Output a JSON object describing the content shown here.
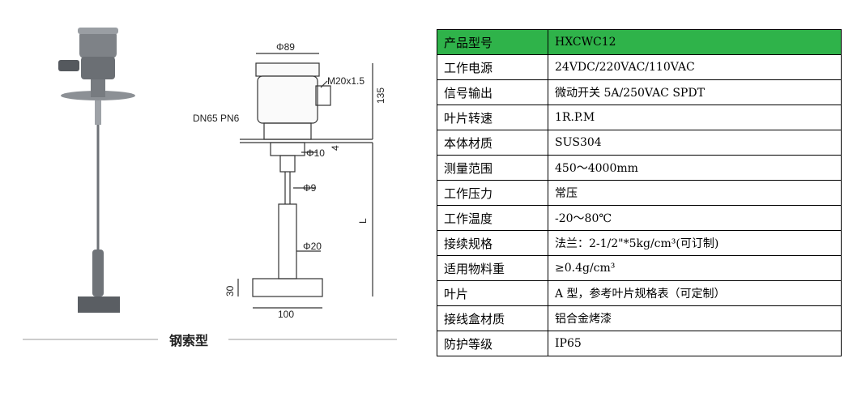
{
  "figure": {
    "caption": "钢索型",
    "labels": {
      "diameter_top": "Φ89",
      "thread": "M20x1.5",
      "height": "135",
      "flange": "DN65 PN6",
      "diameter_shaft": "Φ10",
      "diameter_rod": "Φ9",
      "length": "L",
      "diameter_weight": "Φ20",
      "blade_height": "30",
      "blade_width": "100",
      "dim_4": "4"
    }
  },
  "specs": [
    {
      "key": "产品型号",
      "value": "HXCWC12"
    },
    {
      "key": "工作电源",
      "value": "24VDC/220VAC/110VAC"
    },
    {
      "key": "信号输出",
      "value": "微动开关 5A/250VAC SPDT"
    },
    {
      "key": "叶片转速",
      "value": "1R.P.M"
    },
    {
      "key": "本体材质",
      "value": "SUS304"
    },
    {
      "key": "测量范围",
      "value": "450～4000mm"
    },
    {
      "key": "工作压力",
      "value": "常压"
    },
    {
      "key": "工作温度",
      "value": "-20～80℃"
    },
    {
      "key": "接续规格",
      "value": "法兰：2-1/2\"*5kg/cm³(可订制)"
    },
    {
      "key": "适用物料重",
      "value": "≥0.4g/cm³"
    },
    {
      "key": "叶片",
      "value": "A 型，参考叶片规格表（可定制）"
    },
    {
      "key": "接线盒材质",
      "value": "铝合金烤漆"
    },
    {
      "key": "防护等级",
      "value": "IP65"
    }
  ],
  "colors": {
    "header_bg": "#2fb34a"
  }
}
